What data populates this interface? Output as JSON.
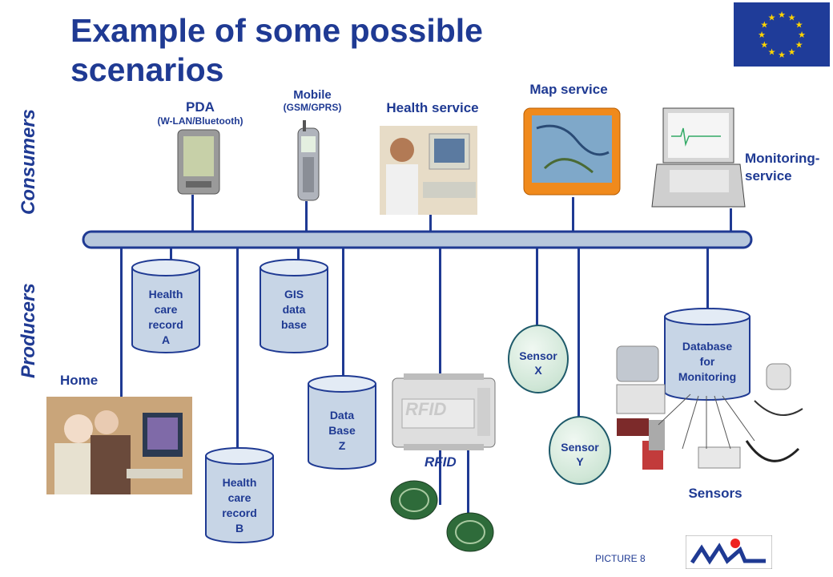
{
  "title": "Example of some possible scenarios",
  "side_labels": {
    "consumers": "Consumers",
    "producers": "Producers"
  },
  "consumers": {
    "pda": {
      "label": "PDA",
      "sub": "(W-LAN/Bluetooth)"
    },
    "mobile": {
      "label": "Mobile",
      "sub": "(GSM/GPRS)"
    },
    "health_service": {
      "label": "Health service"
    },
    "map_service": {
      "label": "Map service"
    },
    "monitoring_service": {
      "label": "Monitoring-",
      "label2": "service"
    }
  },
  "producers": {
    "home": {
      "label": "Home"
    },
    "health_record_a": {
      "lines": [
        "Health",
        "care",
        "record",
        "A"
      ]
    },
    "health_record_b": {
      "lines": [
        "Health",
        "care",
        "record",
        "B"
      ]
    },
    "gis": {
      "lines": [
        "GIS",
        "data",
        "base"
      ]
    },
    "database_z": {
      "lines": [
        "Data",
        "Base",
        "Z"
      ]
    },
    "rfid": {
      "label": "RFID",
      "device_text": "RFID"
    },
    "sensor_x": {
      "lines": [
        "Sensor",
        "X"
      ]
    },
    "sensor_y": {
      "lines": [
        "Sensor",
        "Y"
      ]
    },
    "monitoring_db": {
      "lines": [
        "Database",
        "for",
        "Monitoring"
      ]
    },
    "sensors": {
      "label": "Sensors"
    }
  },
  "footer": {
    "picture_label": "PICTURE  8"
  },
  "colors": {
    "accent": "#1f3a93",
    "bus": "#b7c7dc",
    "cylinder": "#c7d5e6",
    "flag": "#1f3c99",
    "flag_star": "#ffd400"
  }
}
